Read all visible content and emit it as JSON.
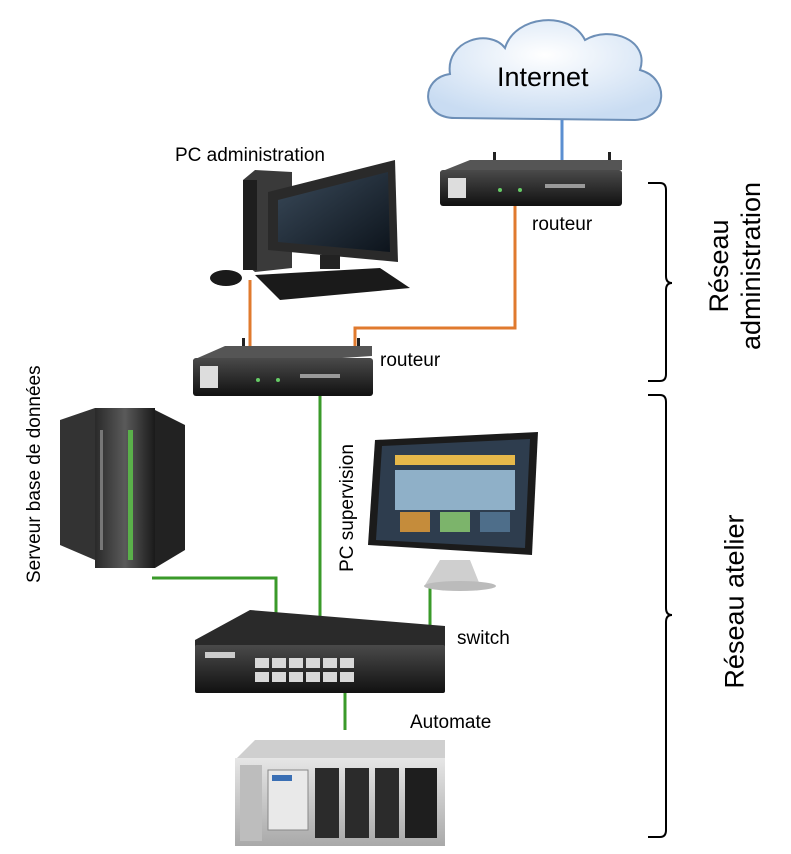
{
  "cloud": {
    "label": "Internet"
  },
  "labels": {
    "pc_admin": "PC administration",
    "router_top": "routeur",
    "router_mid": "routeur",
    "server": "Serveur base de données",
    "pc_supervision": "PC supervision",
    "switch": "switch",
    "automate": "Automate"
  },
  "groups": {
    "admin_line1": "Réseau",
    "admin_line2": "administration",
    "atelier": "Réseau atelier"
  },
  "colors": {
    "wan_link": "#5b8fd1",
    "admin_link": "#e07a2e",
    "atelier_link": "#3a9a2a",
    "bracket": "#000000"
  }
}
